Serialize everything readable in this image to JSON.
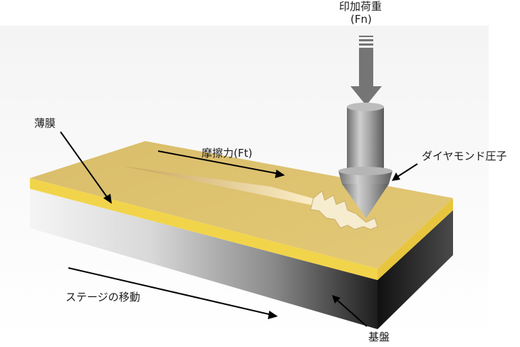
{
  "labels": {
    "load": "印加荷重",
    "load_symbol": "(Fn)",
    "film": "薄膜",
    "friction": "摩擦力(Ft)",
    "indenter": "ダイヤモンド圧子",
    "stage_motion": "ステージの移動",
    "substrate": "基盤"
  },
  "colors": {
    "film_top": "#dcc270",
    "film_edge": "#f1d44a",
    "substrate_dark": "#111111",
    "substrate_light": "#f2f2f2",
    "indenter": "#8f8f8f",
    "load_arrow": "#757575",
    "scratch": "#f4e6b8"
  }
}
